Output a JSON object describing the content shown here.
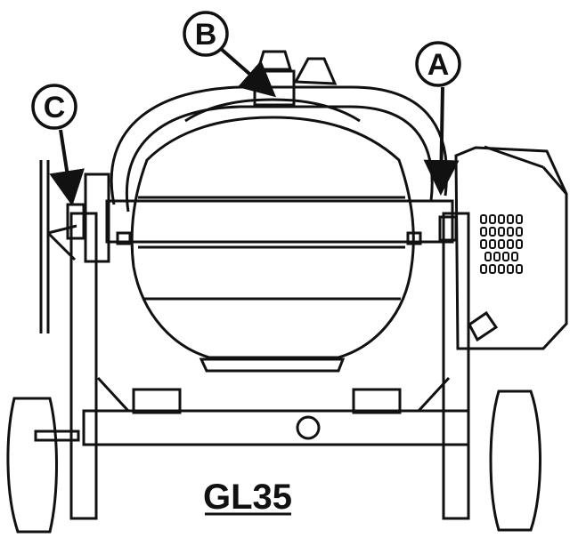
{
  "diagram": {
    "callouts": {
      "a": "A",
      "b": "B",
      "c": "C"
    },
    "model_label": "GL35",
    "colors": {
      "line": "#111111",
      "background": "#ffffff"
    }
  }
}
